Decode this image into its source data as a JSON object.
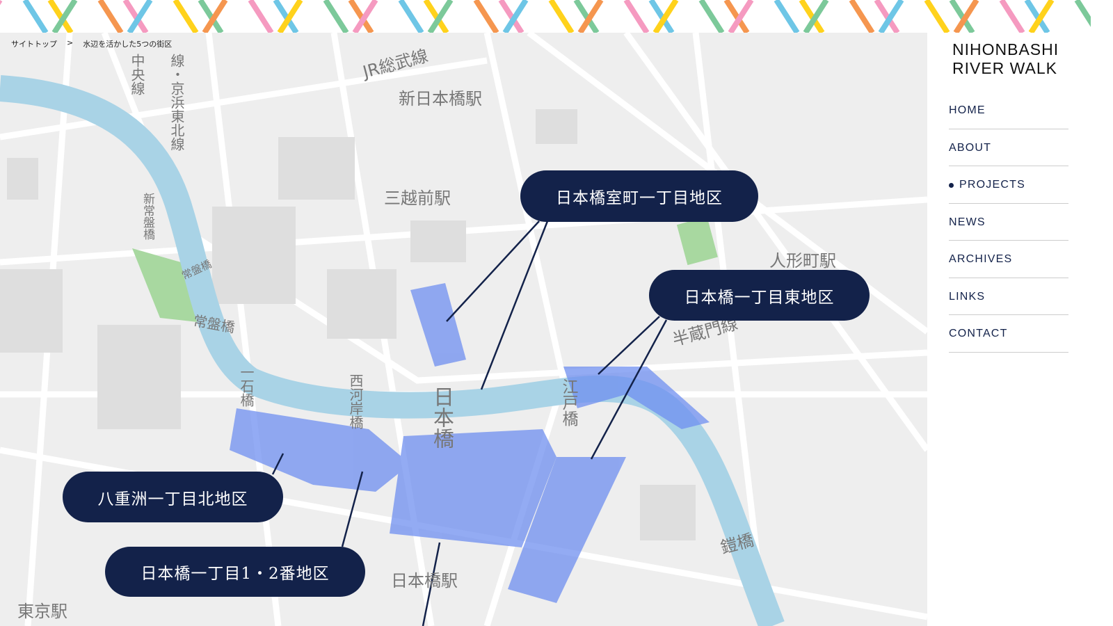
{
  "breadcrumb": {
    "home": "サイトトップ",
    "separator": ">",
    "current": "水辺を活かした5つの街区"
  },
  "logo": {
    "line1": "NIHONBASHI",
    "line2": "RIVER WALK"
  },
  "nav": [
    {
      "label": "HOME"
    },
    {
      "label": "ABOUT"
    },
    {
      "label": "PROJECTS",
      "active": true
    },
    {
      "label": "NEWS"
    },
    {
      "label": "ARCHIVES"
    },
    {
      "label": "LINKS"
    },
    {
      "label": "CONTACT"
    }
  ],
  "districts": {
    "muromachi": "日本橋室町一丁目地区",
    "east": "日本橋一丁目東地区",
    "yaesu": "八重洲一丁目北地区",
    "nihonbashi12": "日本橋一丁目1・2番地区"
  },
  "map_labels": {
    "jr_sobu": "JR総武線",
    "shin_nihonbashi": "新日本橋駅",
    "mitsukoshimae": "三越前駅",
    "ningyocho": "人形町駅",
    "hanzomon": "半蔵門線",
    "tokiwabashi": "常盤橋",
    "tokiwabashi2": "常盤橋",
    "shintokiwa": "新常盤橋",
    "ichikoku": "一石橋",
    "nishigashi": "西河岸橋",
    "nihonbashi": "日本橋",
    "edobashi": "江戸橋",
    "yoroibashi": "鎧橋",
    "nihonbashi_st": "日本橋駅",
    "tokyo_st": "東京駅",
    "chuo": "中央線",
    "keihin": "線・京浜東北線"
  },
  "colors": {
    "navy": "#13224a",
    "river": "#a9d3e6",
    "highlight": "#6f8ff0",
    "stripes": [
      "#6ec6e6",
      "#7cc99a",
      "#f59ac0",
      "#ffd21c",
      "#f5964f"
    ]
  }
}
